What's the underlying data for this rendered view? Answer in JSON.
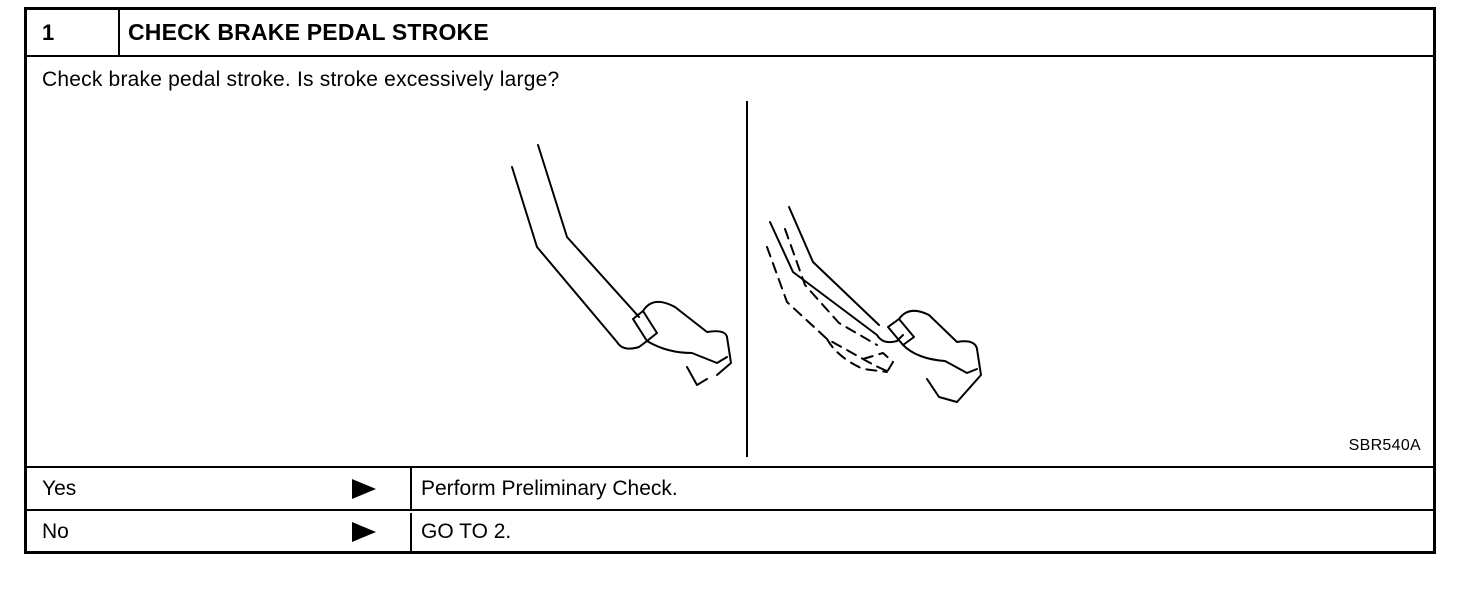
{
  "step": {
    "number": "1",
    "title": "CHECK BRAKE PEDAL STROKE"
  },
  "question": "Check brake pedal stroke. Is stroke excessively large?",
  "figure": {
    "code": "SBR540A",
    "left_icon": "brake-pedal-illustration",
    "right_icon": "brake-pedal-stroke-illustration"
  },
  "answers": [
    {
      "label": "Yes",
      "action": "Perform Preliminary Check."
    },
    {
      "label": "No",
      "action": "GO TO 2."
    }
  ]
}
